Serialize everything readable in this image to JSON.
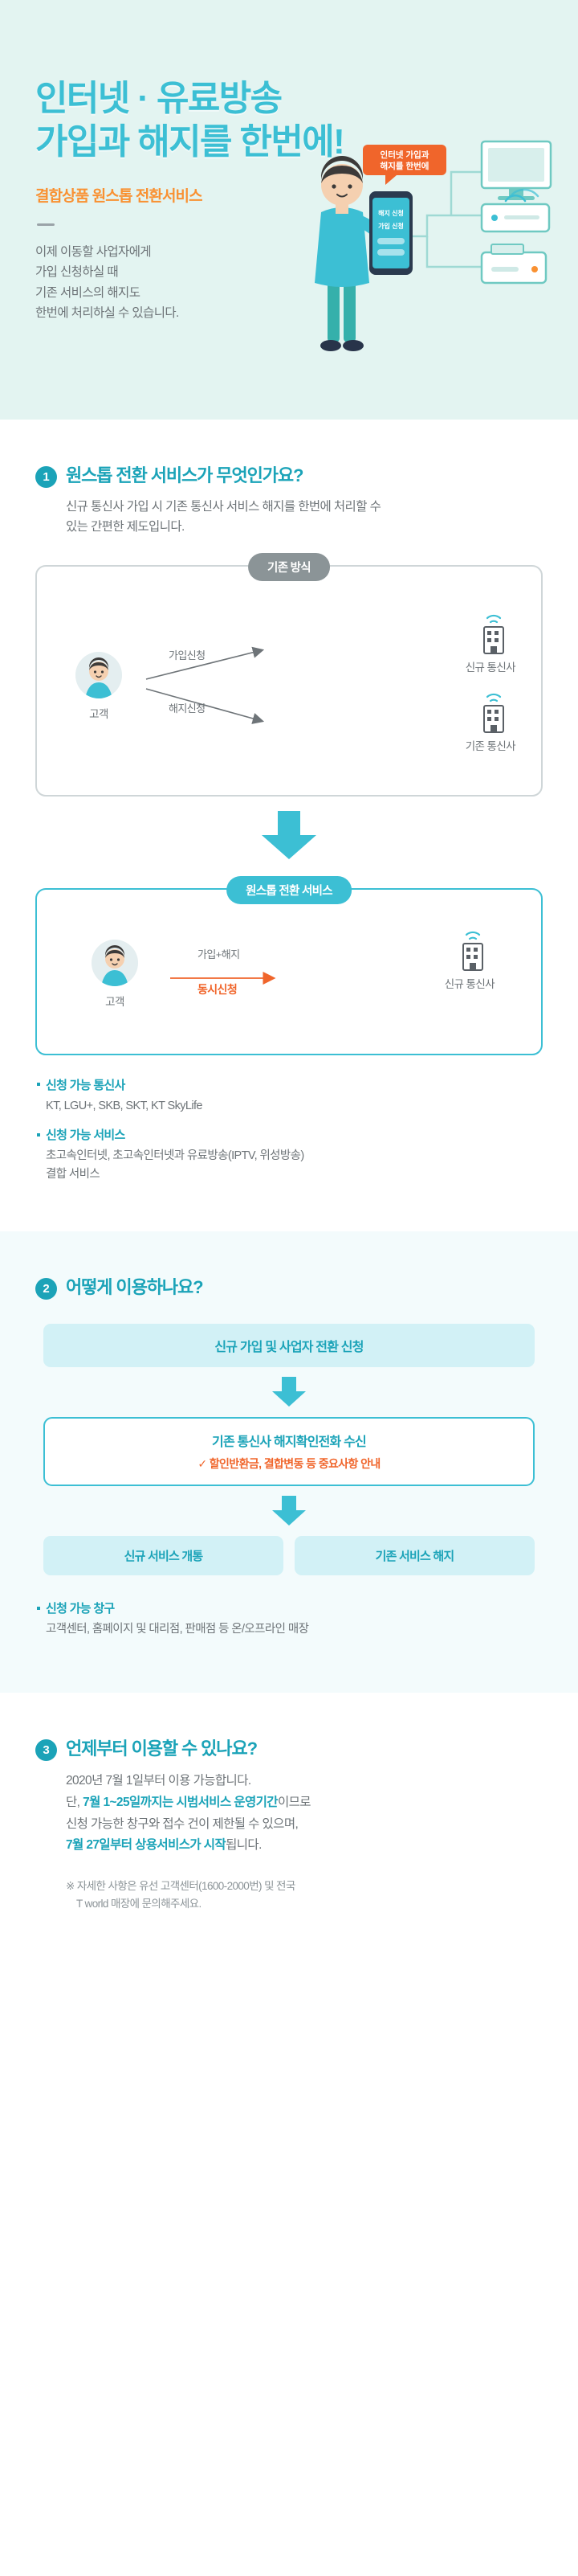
{
  "hero": {
    "title_line1": "인터넷 · 유료방송",
    "title_line2": "가입과 해지를 한번에!",
    "subtitle": "결합상품 원스톱 전환서비스",
    "body_line1": "이제 이동할 사업자에게",
    "body_line2": "가입 신청하실 때",
    "body_line3": "기존 서비스의 해지도",
    "body_line4": "한번에 처리하실 수 있습니다.",
    "phone_badge_line1": "인터넷 가입과",
    "phone_badge_line2": "해지를 한번에",
    "phone_screen_line1": "해지 신청",
    "phone_screen_line2": "가입 신청"
  },
  "section1": {
    "number": "1",
    "title": "원스톱 전환 서비스가 무엇인가요?",
    "body_line1": "신규 통신사 가입 시 기존 통신사 서비스 해지를 한번에 처리할 수",
    "body_line2": "있는 간편한 제도입니다.",
    "old_box": {
      "pill": "기존 방식",
      "customer_label": "고객",
      "arrow1_label": "가입신청",
      "arrow2_label": "해지신청",
      "target1_label": "신규 통신사",
      "target2_label": "기존 통신사"
    },
    "new_box": {
      "pill": "원스톱 전환 서비스",
      "customer_label": "고객",
      "arrow_label_top": "가입+해지",
      "arrow_label_bottom": "동시신청",
      "target_label": "신규 통신사"
    },
    "bullets": [
      {
        "title": "신청 가능 통신사",
        "text": "KT, LGU+, SKB, SKT, KT SkyLife"
      },
      {
        "title": "신청 가능 서비스",
        "text_line1": "초고속인터넷, 초고속인터넷과 유료방송(IPTV, 위성방송)",
        "text_line2": "결합 서비스"
      }
    ]
  },
  "section2": {
    "number": "2",
    "title": "어떻게 이용하나요?",
    "step1": "신규 가입 및 사업자 전환 신청",
    "step2_title": "기존 통신사 해지확인전화 수신",
    "step2_sub": "✓ 할인반환금, 결합변동 등 중요사항 안내",
    "step3_left": "신규 서비스 개통",
    "step3_right": "기존 서비스 해지",
    "bullet": {
      "title": "신청 가능 창구",
      "text": "고객센터, 홈페이지 및 대리점, 판매점 등 온/오프라인 매장"
    }
  },
  "section3": {
    "number": "3",
    "title": "언제부터 이용할 수 있나요?",
    "line1": "2020년 7월 1일부터 이용 가능합니다.",
    "line2_pre": "단, ",
    "line2_hl": "7월 1~25일까지는 시범서비스 운영기간",
    "line2_post": "이므로",
    "line3": "신청 가능한 창구와 접수 건이 제한될 수 있으며,",
    "line4_hl": "7월 27일부터 상용서비스가 시작",
    "line4_post": "됩니다.",
    "note_line1": "※ 자세한 사항은 유선 고객센터(1600-2000번) 및 전국",
    "note_line2": "T world 매장에 문의해주세요."
  },
  "colors": {
    "hero_bg": "#e3f4f1",
    "brand_teal": "#3cbfd4",
    "deep_teal": "#1ba3b8",
    "orange": "#f99132",
    "accent_orange": "#f0652b",
    "gray_text": "#6e7478",
    "pill_gray": "#8b9497",
    "band_bg": "#f3fbfc"
  }
}
